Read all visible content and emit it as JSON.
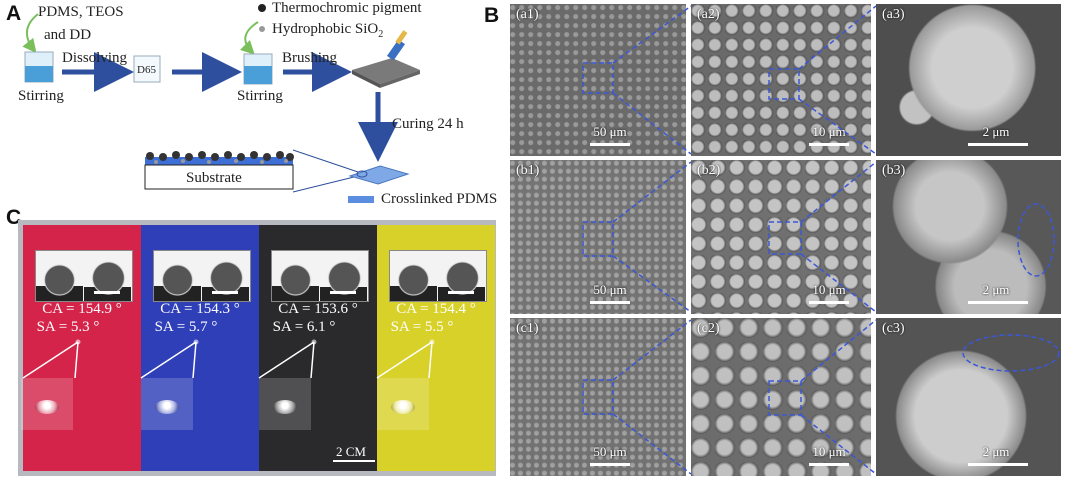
{
  "panels": {
    "a": "A",
    "b": "B",
    "c": "C"
  },
  "panel_a": {
    "reagents": [
      "PDMS, TEOS",
      "and DD"
    ],
    "dissolving": "Dissolving",
    "d65": "D65",
    "stirring_1": "Stirring",
    "pigment": "Thermochromic pigment",
    "sio2": "Hydrophobic SiO",
    "sio2_sub": "2",
    "stirring_2": "Stirring",
    "brushing": "Brushing",
    "curing": "Curing 24 h",
    "substrate": "Substrate",
    "legend": "Crosslinked PDMS"
  },
  "panel_b": {
    "images": [
      {
        "label": "(a1)",
        "scale": "50 μm"
      },
      {
        "label": "(a2)",
        "scale": "10 μm"
      },
      {
        "label": "(a3)",
        "scale": "2 μm"
      },
      {
        "label": "(b1)",
        "scale": "50 μm"
      },
      {
        "label": "(b2)",
        "scale": "10 μm"
      },
      {
        "label": "(b3)",
        "scale": "2 μm"
      },
      {
        "label": "(c1)",
        "scale": "50 μm"
      },
      {
        "label": "(c2)",
        "scale": "10 μm"
      },
      {
        "label": "(c3)",
        "scale": "2 μm"
      }
    ]
  },
  "panel_c": {
    "samples": [
      {
        "ca": "CA = 154.9 °",
        "sa": "SA = 5.3 °",
        "color": "#d4244a"
      },
      {
        "ca": "CA = 154.3 °",
        "sa": "SA = 5.7 °",
        "color": "#2e3fb8"
      },
      {
        "ca": "CA = 153.6 °",
        "sa": "SA = 6.1 °",
        "color": "#2a2a2c"
      },
      {
        "ca": "CA = 154.4 °",
        "sa": "SA = 5.5 °",
        "color": "#d8d12a"
      }
    ],
    "scale": "2 CM"
  }
}
